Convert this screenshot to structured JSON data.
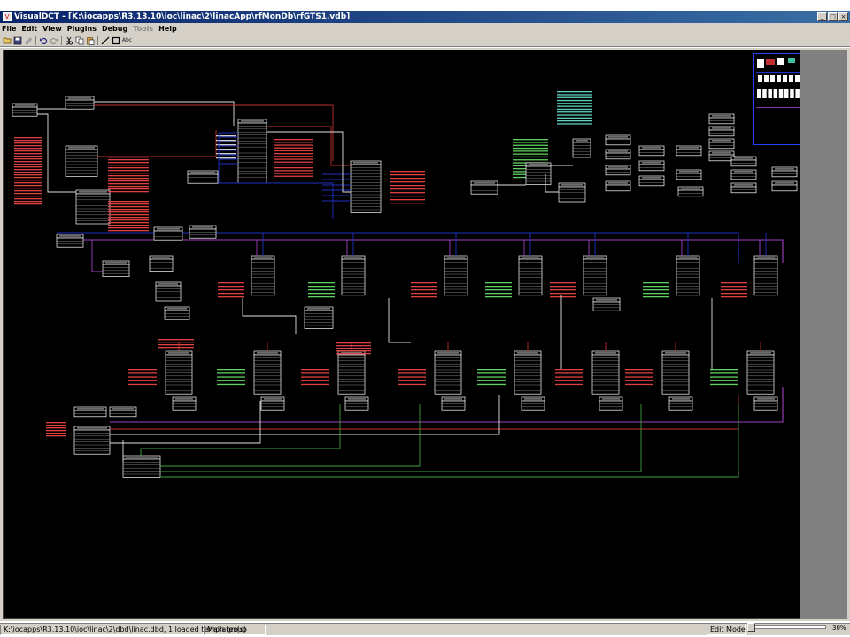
{
  "window": {
    "title": "VisualDCT - [K:\\iocapps\\R3.13.10\\ioc\\linac\\2\\linacApp\\rfMonDb\\rfGTS1.vdb]",
    "minimize": "_",
    "maximize": "□",
    "close": "×"
  },
  "menu": {
    "file": "File",
    "edit": "Edit",
    "view": "View",
    "plugins": "Plugins",
    "debug": "Debug",
    "tools": "Tools",
    "help": "Help"
  },
  "toolbar": {
    "icons": [
      "open-icon",
      "save-icon",
      "edit-icon",
      "undo-icon",
      "redo-icon",
      "cut-icon",
      "copy-icon",
      "paste-icon",
      "line-icon",
      "box-icon",
      "text-icon"
    ],
    "text_tool": "Abc"
  },
  "status": {
    "dbd_info": "K:\\iocapps\\R3.13.10\\ioc\\linac\\2\\dbd\\linac.dbd, 1 loaded templates(s)",
    "group": "Main group",
    "mode": "Edit Mode",
    "zoom": "30%"
  },
  "zoom_level": 0.3,
  "colors": {
    "canvas": "#000000",
    "record_border": "#ffffff",
    "link_red": "#c03030",
    "link_blue": "#2030c0",
    "link_purple": "#a040c0",
    "link_green": "#40a040",
    "link_white": "#e0e0e0",
    "label_red": "#e04040",
    "label_green": "#60d060",
    "label_cyan": "#60d0c0",
    "minimap_border": "#2040ff"
  }
}
